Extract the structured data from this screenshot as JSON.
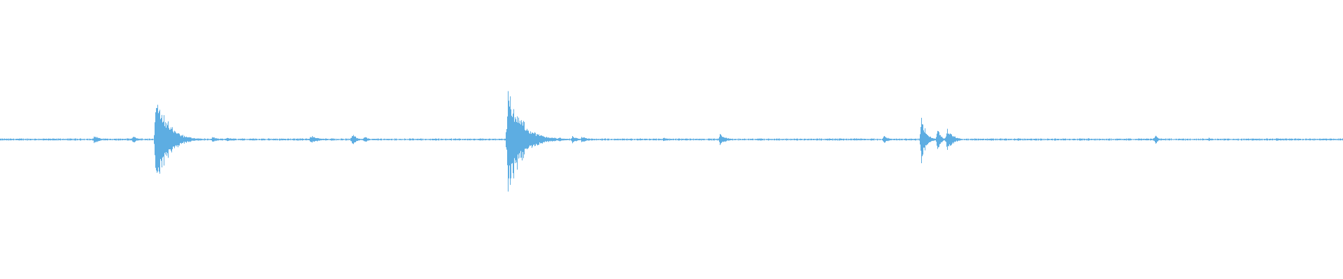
{
  "waveform": {
    "color": "#5dade2",
    "background": "#ffffff",
    "noise_floor": 0.012,
    "events": [
      {
        "t": 0.07,
        "amp": 0.08,
        "decay": 0.004
      },
      {
        "t": 0.099,
        "amp": 0.07,
        "decay": 0.003
      },
      {
        "t": 0.116,
        "amp": 0.97,
        "decay": 0.008
      },
      {
        "t": 0.13,
        "amp": 0.12,
        "decay": 0.005
      },
      {
        "t": 0.158,
        "amp": 0.06,
        "decay": 0.003
      },
      {
        "t": 0.169,
        "amp": 0.05,
        "decay": 0.003
      },
      {
        "t": 0.231,
        "amp": 0.07,
        "decay": 0.006
      },
      {
        "t": 0.262,
        "amp": 0.11,
        "decay": 0.003
      },
      {
        "t": 0.271,
        "amp": 0.06,
        "decay": 0.003
      },
      {
        "t": 0.378,
        "amp": 0.98,
        "decay": 0.01
      },
      {
        "t": 0.416,
        "amp": 0.05,
        "decay": 0.003
      },
      {
        "t": 0.426,
        "amp": 0.08,
        "decay": 0.003
      },
      {
        "t": 0.433,
        "amp": 0.06,
        "decay": 0.004
      },
      {
        "t": 0.494,
        "amp": 0.04,
        "decay": 0.003
      },
      {
        "t": 0.536,
        "amp": 0.11,
        "decay": 0.004
      },
      {
        "t": 0.658,
        "amp": 0.08,
        "decay": 0.003
      },
      {
        "t": 0.686,
        "amp": 0.46,
        "decay": 0.003
      },
      {
        "t": 0.698,
        "amp": 0.26,
        "decay": 0.002
      },
      {
        "t": 0.705,
        "amp": 0.24,
        "decay": 0.004
      },
      {
        "t": 0.758,
        "amp": 0.03,
        "decay": 0.002
      },
      {
        "t": 0.81,
        "amp": 0.03,
        "decay": 0.002
      },
      {
        "t": 0.86,
        "amp": 0.1,
        "decay": 0.002
      },
      {
        "t": 0.9,
        "amp": 0.03,
        "decay": 0.003
      },
      {
        "t": 0.95,
        "amp": 0.03,
        "decay": 0.004
      }
    ]
  }
}
